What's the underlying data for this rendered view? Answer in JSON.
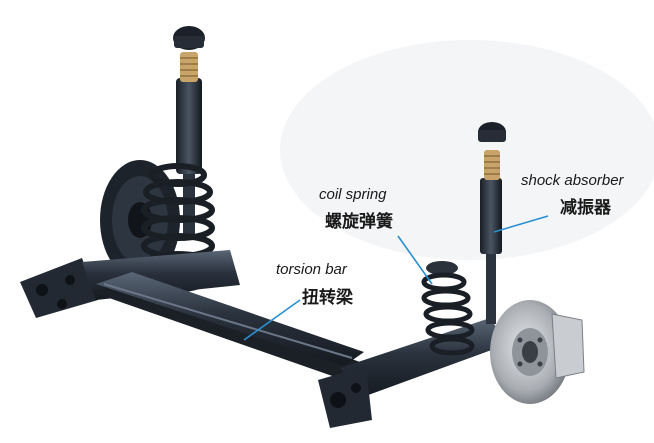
{
  "labels": {
    "coil_spring": {
      "en": "coil spring",
      "zh": "螺旋弹簧"
    },
    "shock_absorber": {
      "en": "shock absorber",
      "zh": "减振器"
    },
    "torsion_bar": {
      "en": "torsion bar",
      "zh": "扭转梁"
    }
  },
  "colors": {
    "callout_line": "#2a8fd0",
    "metal_dark": "#1f2630",
    "metal_mid": "#3b4656",
    "bump_stop": "#c8a46a",
    "brake_disc": "#b9bcc0"
  },
  "icons": {
    "product": "rear-twist-beam-suspension"
  }
}
